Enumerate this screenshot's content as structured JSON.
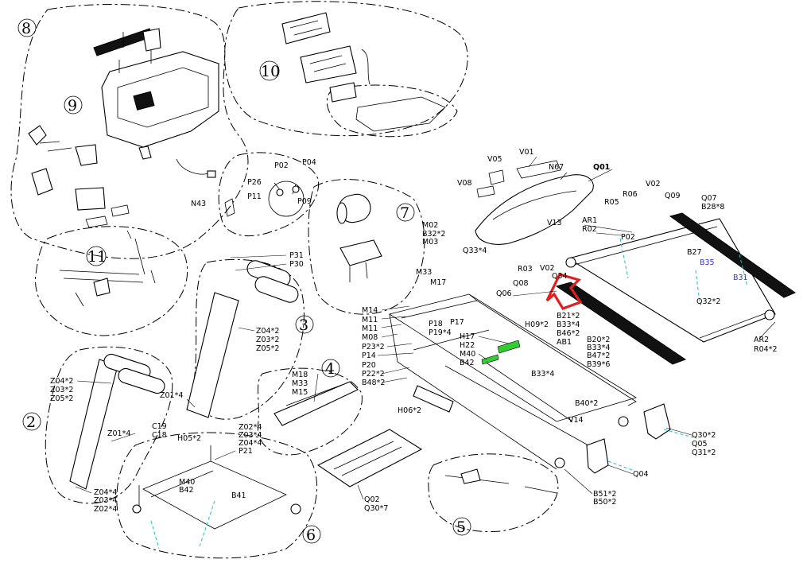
{
  "group_numbers": [
    "2",
    "3",
    "4",
    "5",
    "6",
    "7",
    "8",
    "9",
    "10",
    "11"
  ],
  "part_labels": {
    "q01": "Q01",
    "v01": "V01",
    "v05": "V05",
    "v08": "V08",
    "n67": "N67",
    "v13": "V13",
    "q33x4": "Q33*4",
    "r03": "R03",
    "v02a": "V02",
    "q08": "Q08",
    "q34": "Q34",
    "q06": "Q06",
    "r05": "R05",
    "r06": "R06",
    "v02b": "V02",
    "q09": "Q09",
    "q07": "Q07",
    "b28x8": "B28*8",
    "ar1": "AR1",
    "r02": "R02",
    "p02a": "P02",
    "b27": "B27",
    "b35": "B35",
    "b31": "B31",
    "q32x2": "Q32*2",
    "ar2": "AR2",
    "r04x2": "R04*2",
    "b21x2": "B21*2",
    "b33x4a": "B33*4",
    "b46x2": "B46*2",
    "h09x2": "H09*2",
    "ab1": "AB1",
    "b20x2": "B20*2",
    "b33x4b": "B33*4",
    "b47x2": "B47*2",
    "b39x6": "B39*6",
    "b33x4c": "B33*4",
    "b40x2": "B40*2",
    "v14": "V14",
    "q30x2": "Q30*2",
    "q05": "Q05",
    "q31x2": "Q31*2",
    "q04": "Q04",
    "b51x2": "B51*2",
    "b50x2": "B50*2",
    "m02": "M02",
    "b32x2": "B32*2",
    "m03": "M03",
    "m33a": "M33",
    "m17": "M17",
    "m14": "M14",
    "m11a": "M11",
    "m11b": "M11",
    "m08": "M08",
    "p23x2": "P23*2",
    "p14": "P14",
    "p20": "P20",
    "p22x2": "P22*2",
    "b48x2": "B48*2",
    "p18": "P18",
    "p17": "P17",
    "p19x4": "P19*4",
    "h17": "H17",
    "h22": "H22",
    "m40a": "M40",
    "b42a": "B42",
    "h06x2": "H06*2",
    "p02b": "P02",
    "p04": "P04",
    "p26": "P26",
    "p11": "P11",
    "p09": "P09",
    "n43": "N43",
    "p31": "P31",
    "p30": "P30",
    "z04x2a": "Z04*2",
    "z03x2a": "Z03*2",
    "z05x2a": "Z05*2",
    "z04x2b": "Z04*2",
    "z03x2b": "Z03*2",
    "z05x2b": "Z05*2",
    "z01x4a": "Z01*4",
    "z01x4b": "Z01*4",
    "c19": "C19",
    "c18": "C18",
    "m18": "M18",
    "m33b": "M33",
    "m15": "M15",
    "h05x2": "H05*2",
    "z02x4a": "Z02*4",
    "z03x4a": "Z03*4",
    "z04x4a": "Z04*4",
    "p21": "P21",
    "m40b": "M40",
    "b42b": "B42",
    "b41": "B41",
    "z04x4b": "Z04*4",
    "z03x4b": "Z03*4",
    "z02x4b": "Z02*4",
    "q02": "Q02",
    "q30x7": "Q30*7"
  },
  "colors": {
    "ink": "#000000",
    "highlight_arrow": "#e02020",
    "accent_green": "#33cc33",
    "leader_cyan": "#20c0c0",
    "blue_label": "#3333cc"
  }
}
